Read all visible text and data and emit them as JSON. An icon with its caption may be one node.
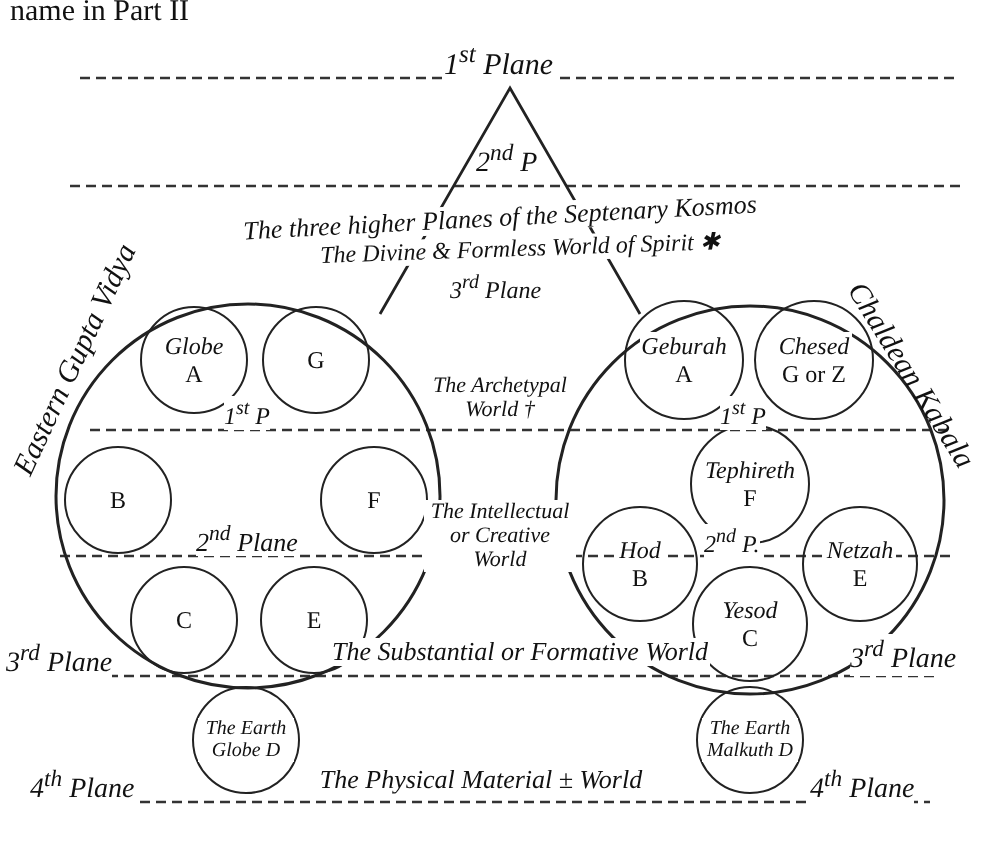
{
  "diagram": {
    "nodes": [
      {
        "text": [
          "2$^{nd}$ P"
        ]
      },
      {
        "text": [
          "Eastern Gupta Vidya"
        ]
      },
      {
        "text": [
          "Globe",
          "A"
        ],
        "in": 1
      },
      {
        "text": [
          "G"
        ],
        "in": 1
      },
      {
        "text": [
          "B"
        ],
        "in": 1
      },
      {
        "text": [
          "F"
        ],
        "in": 1
      },
      {
        "text": [
          "C"
        ],
        "in": 1
      },
      {
        "text": [
          "E"
        ],
        "in": 1
      },
      {
        "text": [
          "Chaldean Kabala"
        ]
      },
      {
        "text": [
          "Geburah",
          "A"
        ],
        "in": 8
      },
      {
        "text": [
          "Chesed",
          "G or Z"
        ],
        "in": 8
      },
      {
        "text": [
          "Tephireth",
          "F"
        ],
        "in": 8
      },
      {
        "text": [
          "Hod",
          "B"
        ],
        "in": 8
      },
      {
        "text": [
          "Netzah",
          "E"
        ],
        "in": 8
      },
      {
        "text": [
          "Yesod",
          "C"
        ],
        "in": 8
      },
      {
        "text": [
          "The Earth Globe D"
        ]
      },
      {
        "text": [
          "The Earth Malkuth D"
        ]
      }
    ],
    "labels": [
      "name in Part II",
      "1$^{st}$ Plane",
      "The three higher Planes of the Septenary Kosmos",
      "The Divine & Formless World of Spirit ✱",
      "3$^{rd}$ Plane",
      "1$^{st}$ P",
      "The Archetypal World †",
      "1$^{st}$ P",
      "2$^{nd}$ Plane",
      "The Intellectual or Creative World",
      "2$^{nd}$ P.",
      "3$^{rd}$ Plane",
      "The Substantial or Formative World",
      "3$^{rd}$ Plane",
      "4$^{th}$ Plane",
      "The Physical Material ± World",
      "4$^{th}$ Plane"
    ]
  }
}
